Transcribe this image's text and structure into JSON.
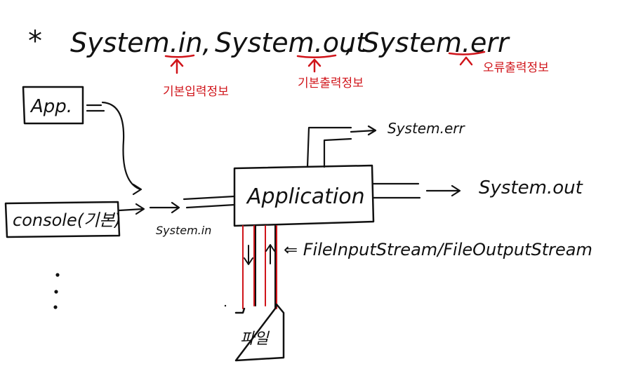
{
  "header": {
    "bullet": "*",
    "items": [
      {
        "text": "System.in,",
        "note": "기본입력정보"
      },
      {
        "text": "System.out",
        "note": "기본출력정보"
      },
      {
        "text": ", System.err",
        "note": "오류출력정보"
      }
    ]
  },
  "nodes": {
    "app": "App.",
    "console": "console(기본)",
    "application": "Application",
    "file": "파일",
    "more": "⋮"
  },
  "labels": {
    "system_in": "System.in",
    "system_out": "System.out",
    "system_err": "System.err",
    "file_streams": "⇐ FileInputStream/FileOutputStream"
  },
  "colors": {
    "ink": "#111111",
    "annotation": "#d0141a",
    "background": "#ffffff"
  }
}
